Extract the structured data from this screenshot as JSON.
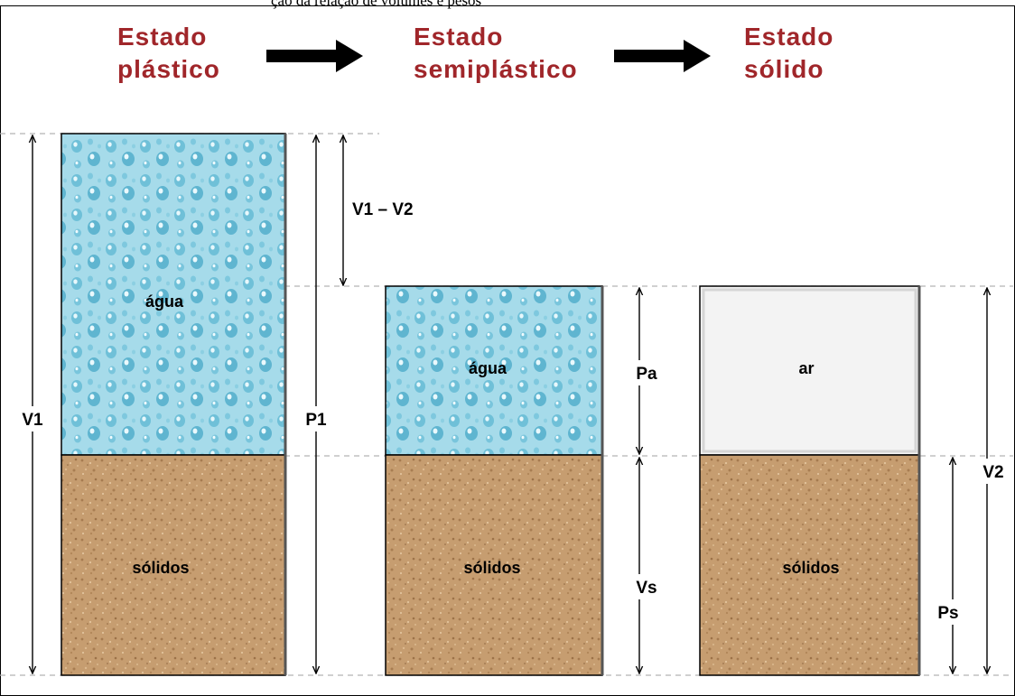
{
  "header": {
    "clipped_text": "ção da relação de volumes e pesos"
  },
  "states": [
    {
      "line1": "Estado",
      "line2": "plástico"
    },
    {
      "line1": "Estado",
      "line2": "semiplástico"
    },
    {
      "line1": "Estado",
      "line2": "sólido"
    }
  ],
  "blocks": {
    "agua_1": "água",
    "solidos_1": "sólidos",
    "agua_2": "água",
    "solidos_2": "sólidos",
    "ar_3": "ar",
    "solidos_3": "sólidos"
  },
  "dimensions": {
    "v1": "V1",
    "p1": "P1",
    "v1_minus_v2": "V1 – V2",
    "pa": "Pa",
    "vs": "Vs",
    "v2": "V2",
    "ps": "Ps"
  },
  "colors": {
    "heading": "#a0262a",
    "water": "#a8dcec",
    "soil": "#c49a6c",
    "air": "#f4f4f4"
  }
}
